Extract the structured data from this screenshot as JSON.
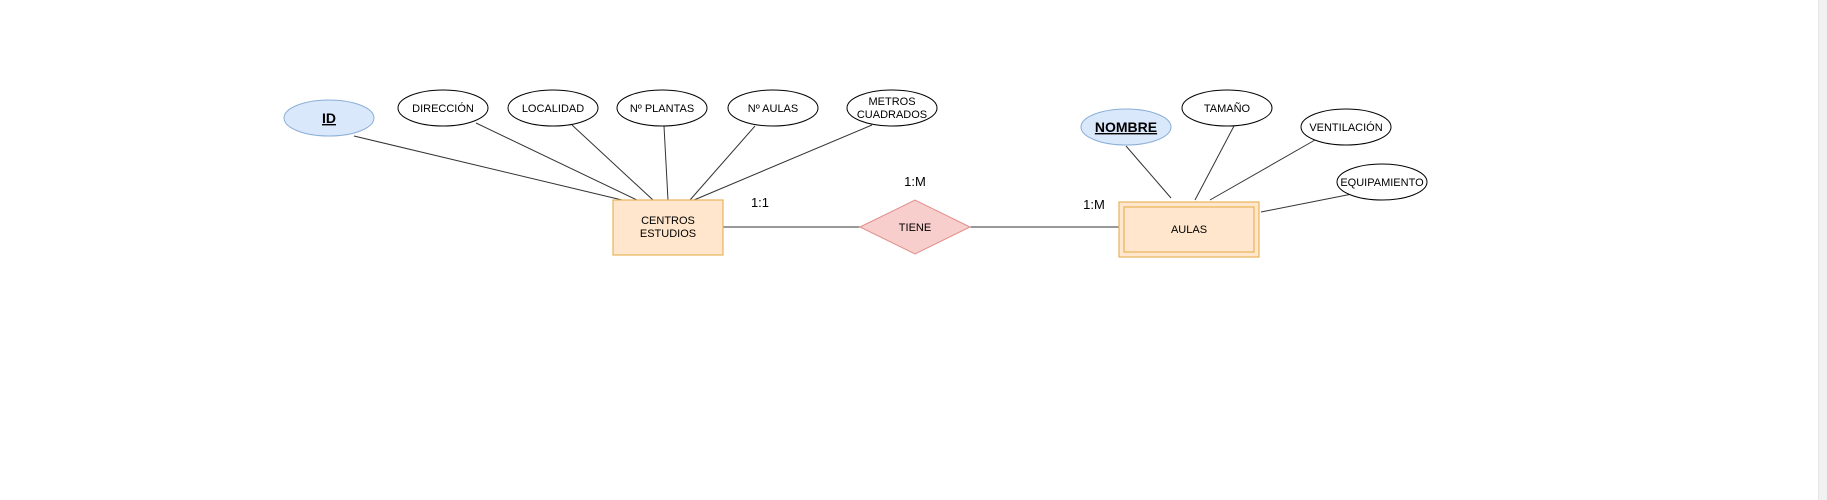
{
  "diagram": {
    "entities": [
      {
        "id": "centros",
        "lines": [
          "CENTROS",
          "ESTUDIOS"
        ],
        "weak": false
      },
      {
        "id": "aulas",
        "lines": [
          "AULAS"
        ],
        "weak": true
      }
    ],
    "relationship": {
      "label": "TIENE"
    },
    "attributes": [
      {
        "id": "id",
        "lines": [
          "ID"
        ],
        "key": true
      },
      {
        "id": "direccion",
        "lines": [
          "DIRECCIÓN"
        ],
        "key": false
      },
      {
        "id": "localidad",
        "lines": [
          "LOCALIDAD"
        ],
        "key": false
      },
      {
        "id": "plantas",
        "lines": [
          "Nº PLANTAS"
        ],
        "key": false
      },
      {
        "id": "num-aulas",
        "lines": [
          "Nº AULAS"
        ],
        "key": false
      },
      {
        "id": "metros",
        "lines": [
          "METROS",
          "CUADRADOS"
        ],
        "key": false
      },
      {
        "id": "nombre",
        "lines": [
          "NOMBRE"
        ],
        "key": true
      },
      {
        "id": "tamano",
        "lines": [
          "TAMAÑO"
        ],
        "key": false
      },
      {
        "id": "ventilacion",
        "lines": [
          "VENTILACIÓN"
        ],
        "key": false
      },
      {
        "id": "equipamiento",
        "lines": [
          "EQUIPAMIENTO"
        ],
        "key": false
      }
    ],
    "cardinalities": [
      {
        "id": "centros-side",
        "label": "1:1"
      },
      {
        "id": "relationship-top",
        "label": "1:M"
      },
      {
        "id": "aulas-side",
        "label": "1:M"
      }
    ],
    "colors": {
      "entity_fill": "#ffe6cc",
      "entity_stroke": "#e8b35a",
      "relationship_fill": "#f8cecc",
      "relationship_stroke": "#e08e8b",
      "key_fill": "#dae8fc",
      "key_stroke": "#8aaed6",
      "attribute_fill": "#ffffff",
      "attribute_stroke": "#000000",
      "line": "#333333"
    }
  }
}
